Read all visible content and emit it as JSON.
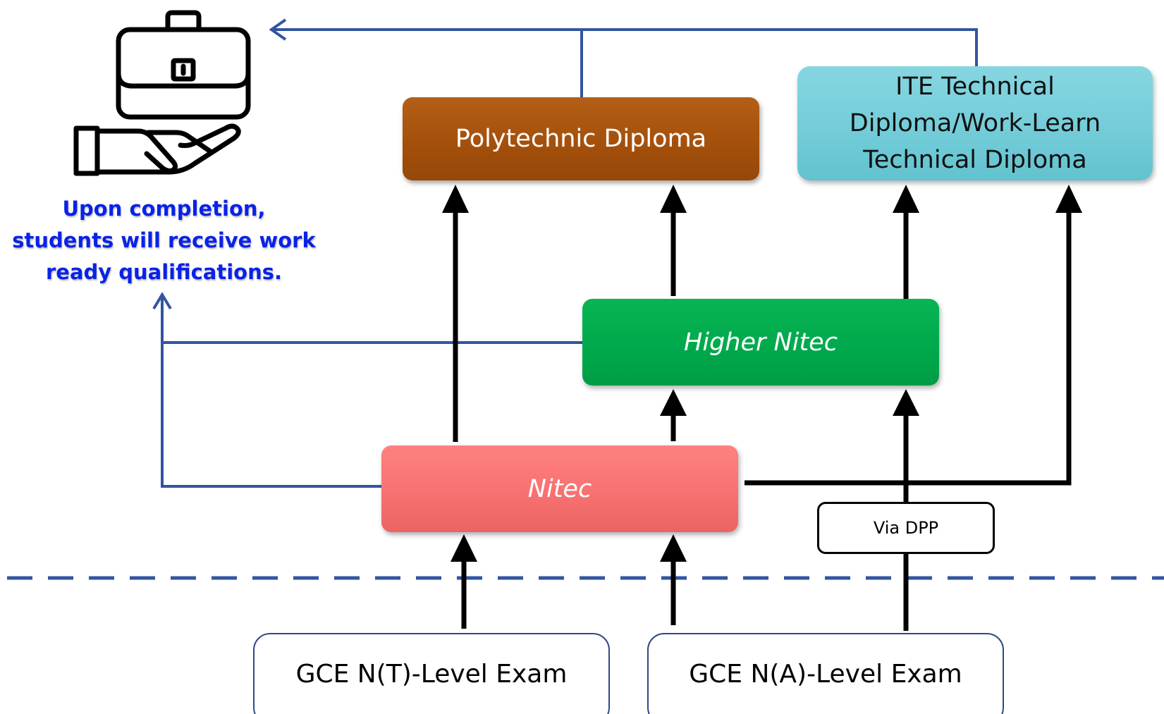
{
  "caption": {
    "lines": [
      "Upon completion,",
      "students will receive work",
      "ready qualifications."
    ],
    "color": "#0a22e6"
  },
  "icon": "briefcase-in-hand-icon",
  "nodes": {
    "polytechnic": "Polytechnic Diploma",
    "ite": {
      "lines": [
        "ITE Technical",
        "Diploma/Work-Learn",
        "Technical Diploma"
      ]
    },
    "higher_nitec": "Higher Nitec",
    "nitec": "Nitec",
    "via_dpp": "Via DPP",
    "exam_nt": "GCE N(T)-Level Exam",
    "exam_na": "GCE N(A)-Level Exam"
  },
  "colors": {
    "polytechnic": "#a34f0b",
    "ite": "#72ccd8",
    "higher_nitec": "#00a84b",
    "nitec": "#f77070",
    "connector_blue": "#3355a0",
    "arrow_black": "#000000"
  }
}
